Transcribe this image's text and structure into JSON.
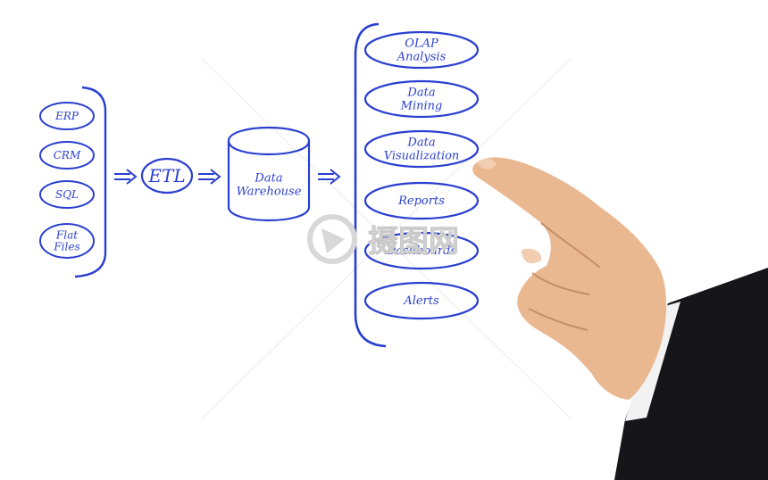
{
  "colors": {
    "ink": "#2a3fd0",
    "background": "#ffffff",
    "skin": "#e9b790",
    "sleeve": "#15151a",
    "cuff": "#f2f2f2",
    "watermark": "#d8d8d8"
  },
  "diagram": {
    "sources": [
      {
        "lines": [
          "ERP"
        ]
      },
      {
        "lines": [
          "CRM"
        ]
      },
      {
        "lines": [
          "SQL"
        ]
      },
      {
        "lines": [
          "Flat",
          "Files"
        ]
      }
    ],
    "etl": {
      "lines": [
        "ETL"
      ]
    },
    "warehouse": {
      "lines": [
        "Data",
        "Warehouse"
      ]
    },
    "outputs": [
      {
        "lines": [
          "OLAP",
          "Analysis"
        ]
      },
      {
        "lines": [
          "Data",
          "Mining"
        ]
      },
      {
        "lines": [
          "Data",
          "Visualization"
        ]
      },
      {
        "lines": [
          "Reports"
        ]
      },
      {
        "lines": [
          "Dashboards"
        ]
      },
      {
        "lines": [
          "Alerts"
        ]
      }
    ]
  },
  "watermark": {
    "label": "摄图网"
  },
  "icons": [
    "right-arrow-icon",
    "pointing-hand-icon",
    "watermark-logo-icon"
  ]
}
